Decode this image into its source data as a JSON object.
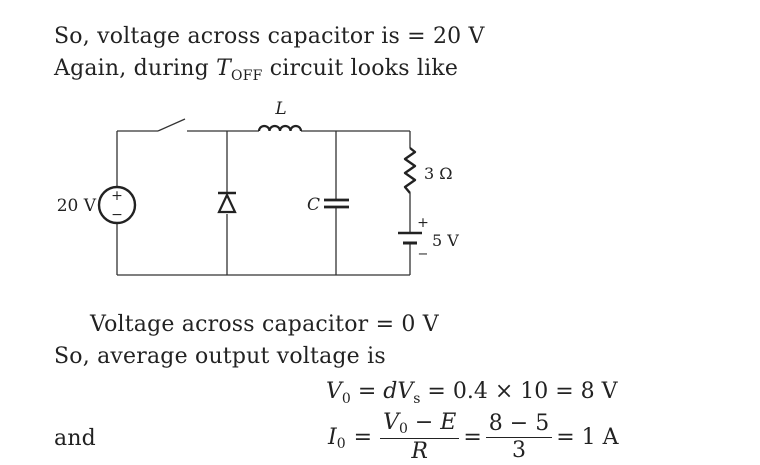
{
  "text": {
    "line1": "So, voltage across capacitor is = 20 V",
    "line2_before": "Again, during ",
    "line2_T": "T",
    "line2_sub": "OFF",
    "line2_after": " circuit looks like",
    "line3": "Voltage across capacitor = 0 V",
    "line4": "So, average output voltage is",
    "and_label": "and"
  },
  "circuit": {
    "source_label": "20 V",
    "source_plus": "+",
    "source_minus": "−",
    "inductor_label": "L",
    "capacitor_label": "C",
    "resistor_label": "3 Ω",
    "battery_label": "5 V",
    "battery_plus": "+",
    "battery_minus": "−"
  },
  "equations": {
    "eq1": {
      "lhs_var": "V",
      "lhs_sub": "0",
      "eq_sign": "=",
      "d": "d",
      "vs_var": "V",
      "vs_sub": "s",
      "rest": "= 0.4 × 10 = 8 V"
    },
    "eq2": {
      "lhs_var": "I",
      "lhs_sub": "0",
      "eq_sign": "=",
      "frac1_num_var": "V",
      "frac1_num_sub": "0",
      "frac1_num_rest": " − ",
      "frac1_num_E": "E",
      "frac1_den": "R",
      "eq_sign2": "=",
      "frac2_num": "8 − 5",
      "frac2_den": "3",
      "result": "= 1 A"
    }
  }
}
